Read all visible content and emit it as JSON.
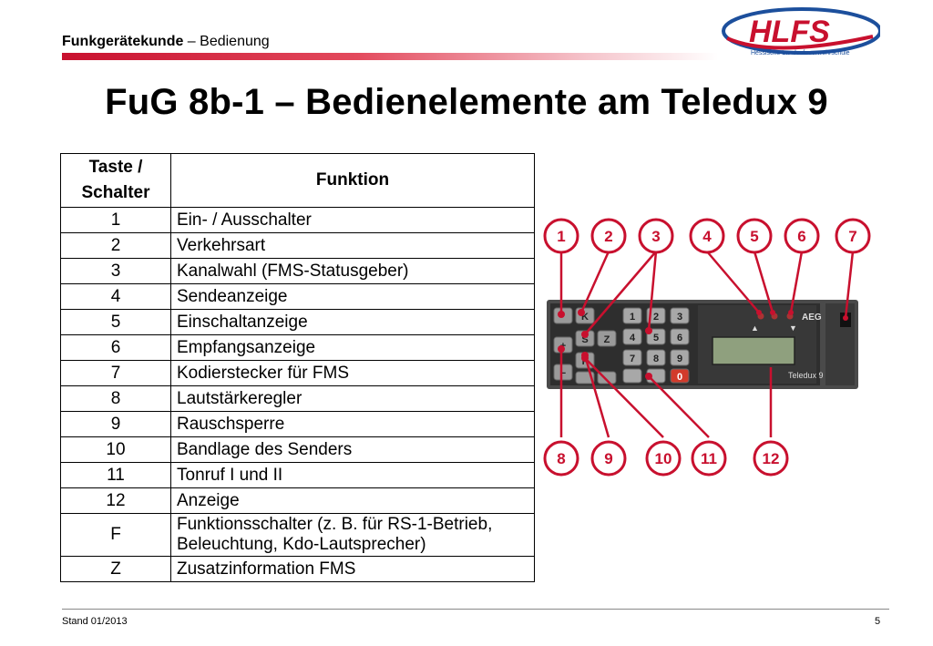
{
  "header": {
    "section_bold": "Funkgerätekunde",
    "section_rest": " – Bedienung"
  },
  "logo": {
    "brand": "HLFS",
    "subline": "Hessische Landesfeuerwehrschule"
  },
  "title": "FuG 8b-1 – Bedienelemente am Teledux 9",
  "table": {
    "head_key_line1": "Taste /",
    "head_key_line2": "Schalter",
    "head_func": "Funktion",
    "rows": [
      {
        "key": "1",
        "func": "Ein- / Ausschalter"
      },
      {
        "key": "2",
        "func": "Verkehrsart"
      },
      {
        "key": "3",
        "func": "Kanalwahl (FMS-Statusgeber)"
      },
      {
        "key": "4",
        "func": "Sendeanzeige"
      },
      {
        "key": "5",
        "func": "Einschaltanzeige"
      },
      {
        "key": "6",
        "func": "Empfangsanzeige"
      },
      {
        "key": "7",
        "func": "Kodierstecker für FMS"
      },
      {
        "key": "8",
        "func": "Lautstärkeregler"
      },
      {
        "key": "9",
        "func": "Rauschsperre"
      },
      {
        "key": "10",
        "func": "Bandlage des Senders"
      },
      {
        "key": "11",
        "func": "Tonruf I und II"
      },
      {
        "key": "12",
        "func": "Anzeige"
      },
      {
        "key": "F",
        "func_line1": "Funktionsschalter (z. B. für RS-1-Betrieb,",
        "func_line2": "Beleuchtung, Kdo-Lautsprecher)"
      },
      {
        "key": "Z",
        "func": "Zusatzinformation FMS"
      }
    ]
  },
  "device": {
    "brand": "AEG",
    "model": "Teledux 9",
    "keypad": [
      "1",
      "2",
      "3",
      "4",
      "5",
      "6",
      "7",
      "8",
      "9",
      "0"
    ],
    "left_keys": [
      "K",
      "Z",
      "S",
      "F",
      "+",
      "−"
    ]
  },
  "callouts_top": [
    "1",
    "2",
    "3",
    "4",
    "5",
    "6",
    "7"
  ],
  "callouts_bottom": [
    "8",
    "9",
    "10",
    "11",
    "12"
  ],
  "colors": {
    "accent_red": "#c8102e",
    "logo_blue": "#1c4f9c"
  },
  "footer": {
    "stand": "Stand 01/2013",
    "page": "5"
  }
}
